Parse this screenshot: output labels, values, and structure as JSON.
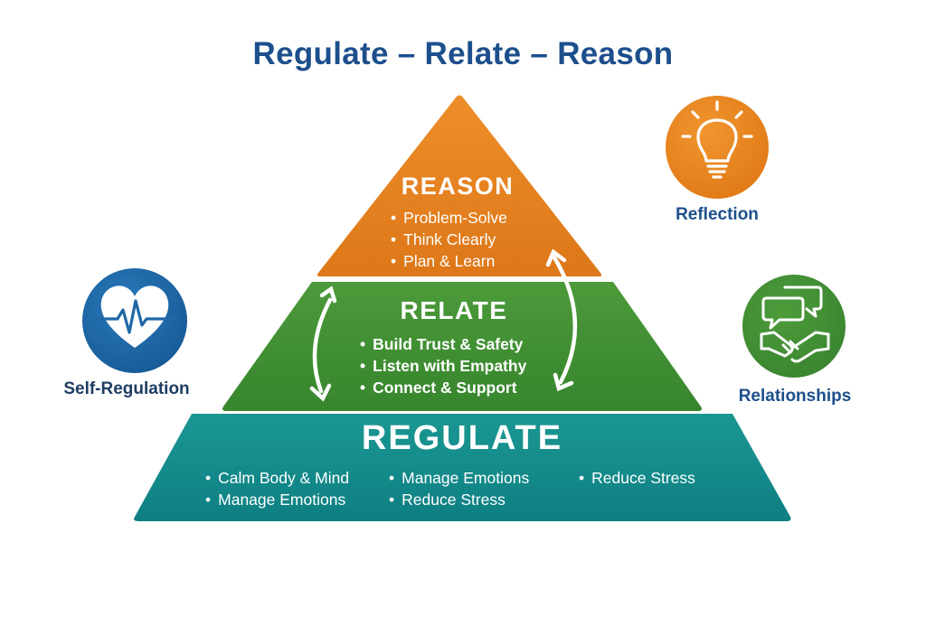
{
  "title": "Regulate – Relate – Reason",
  "pyramid": {
    "reason": {
      "title": "REASON",
      "items": [
        "Problem-Solve",
        "Think Clearly",
        "Plan & Learn"
      ],
      "color": "#e37f1d"
    },
    "relate": {
      "title": "RELATE",
      "items": [
        "Build Trust & Safety",
        "Listen with Empathy",
        "Connect & Support"
      ],
      "color": "#3f8f33"
    },
    "regulate": {
      "title": "REGULATE",
      "col1": [
        "Calm Body & Mind",
        "Manage Emotions"
      ],
      "col2": [
        "Manage Emotions",
        "Reduce Stress"
      ],
      "col3": [
        "Reduce Stress"
      ],
      "color": "#13898a"
    }
  },
  "side_icons": {
    "self_regulation": {
      "label": "Self-Regulation",
      "icon": "heart-pulse-icon",
      "color": "#1f67a6"
    },
    "reflection": {
      "label": "Reflection",
      "icon": "lightbulb-icon",
      "color": "#e5841f"
    },
    "relationships": {
      "label": "Relationships",
      "icon": "handshake-speech-icon",
      "color": "#3f8f33"
    }
  }
}
